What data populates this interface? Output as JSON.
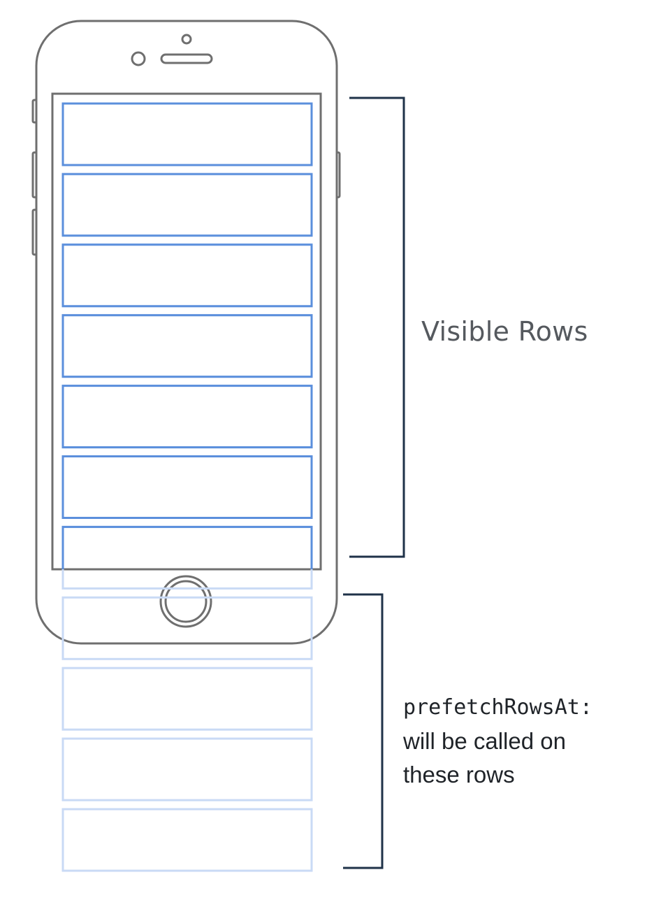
{
  "colors": {
    "phone_outline": "#6f6f6f",
    "row_visible": "#5b8fdc",
    "row_offscreen": "#c9daf5",
    "bracket": "#1f3248"
  },
  "phone": {
    "icons": [
      "front-camera-icon",
      "earpiece-speaker-icon",
      "proximity-sensor-icon",
      "home-button-icon"
    ]
  },
  "rows": {
    "visible_count": 7,
    "offscreen_count": 4
  },
  "labels": {
    "visible_rows": "Visible Rows",
    "prefetch_method": "prefetchRowsAt:",
    "prefetch_description_line1": "will be called on",
    "prefetch_description_line2": "these rows"
  }
}
